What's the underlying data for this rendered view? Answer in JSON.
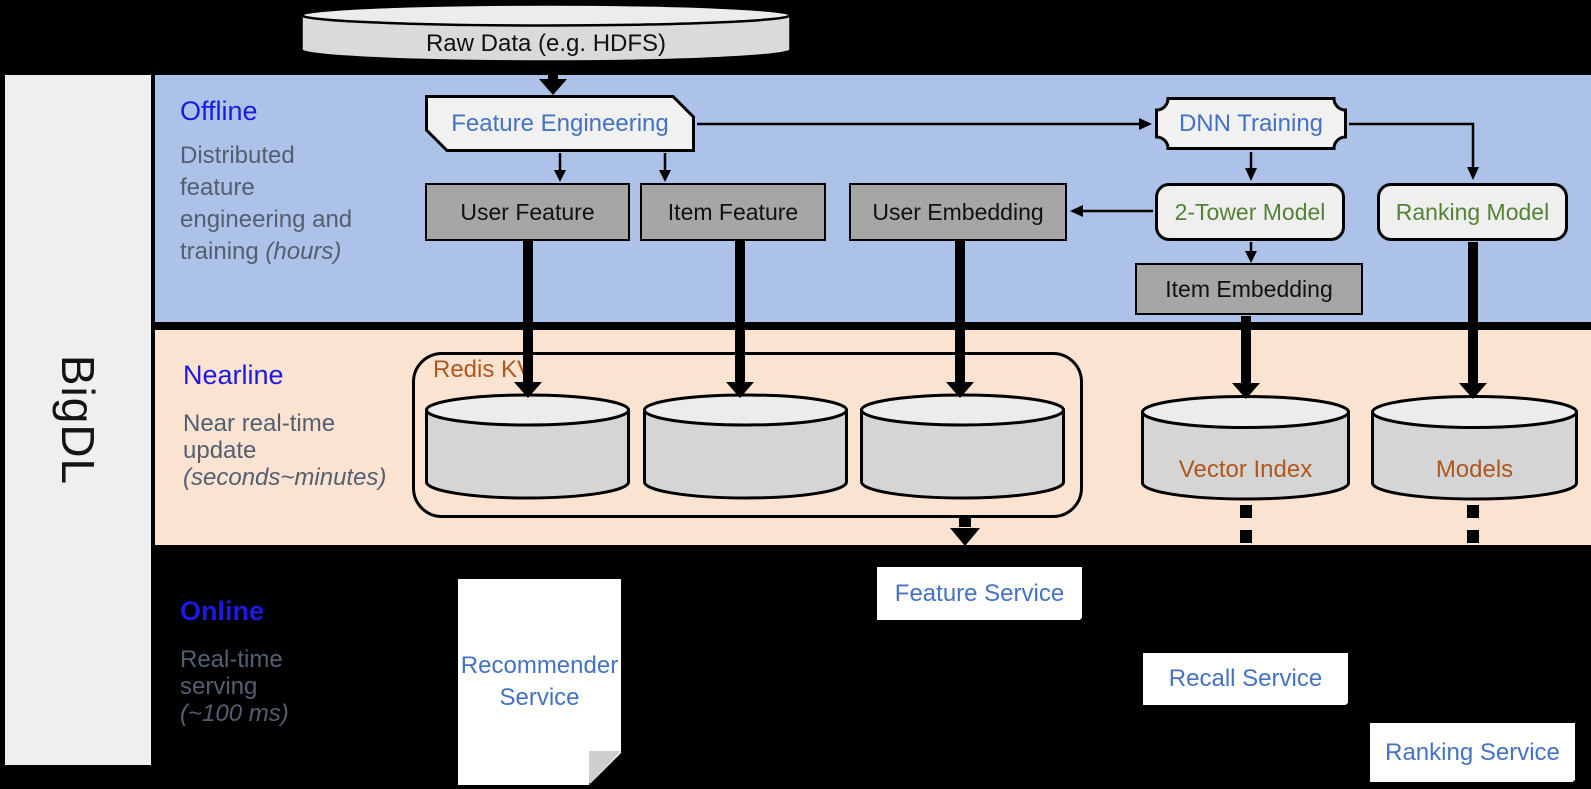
{
  "brand": "BigDL",
  "raw_data_label": "Raw Data (e.g. HDFS)",
  "offline": {
    "title": "Offline",
    "desc_line1": "Distributed",
    "desc_line2": "feature",
    "desc_line3": "engineering and",
    "desc_line4": "training",
    "desc_line4_em": "(hours)",
    "nodes": {
      "feature_engineering": "Feature Engineering",
      "dnn_training": "DNN Training",
      "user_feature": "User Feature",
      "item_feature": "Item Feature",
      "user_embedding": "User Embedding",
      "two_tower_model": "2-Tower Model",
      "ranking_model": "Ranking Model",
      "item_embedding": "Item Embedding"
    }
  },
  "nearline": {
    "title": "Nearline",
    "desc_line1": "Near real-time",
    "desc_line2": "update",
    "desc_line3_em": "(seconds~minutes)",
    "nodes": {
      "redis_kv": "Redis KV",
      "vector_index": "Vector Index",
      "models": "Models"
    }
  },
  "online": {
    "title": "Online",
    "desc_line1": "Real-time",
    "desc_line2": "serving",
    "desc_line3_em": "(~100 ms)",
    "nodes": {
      "recommender_service": "Recommender Service",
      "feature_service": "Feature Service",
      "recall_service": "Recall Service",
      "ranking_service": "Ranking Service"
    }
  },
  "colors": {
    "background": "#000000",
    "band_offline": "#adc2e8",
    "band_nearline": "#fbe3d2",
    "brand_bar": "#f0eff0",
    "heading_blue": "#1c19e0",
    "desc_gray": "#535f70",
    "node_text_blue": "#4472c4",
    "node_text_green": "#548235",
    "node_text_brown": "#b0571d",
    "gray_box_fill": "#a6a6a6",
    "light_shape_fill": "#efefef",
    "cylinder_fill": "#d5d5d5"
  }
}
